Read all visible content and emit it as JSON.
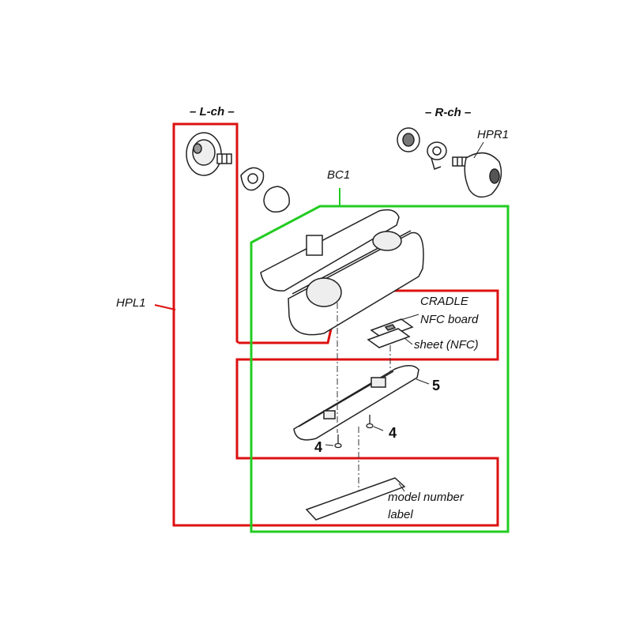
{
  "diagram": {
    "headers": {
      "left_channel": "– L-ch –",
      "right_channel": "– R-ch –"
    },
    "labels": {
      "hpr1": "HPR1",
      "bc1": "BC1",
      "hpl1": "HPL1",
      "cradle": "CRADLE",
      "nfc_board": "NFC board",
      "sheet_nfc": "sheet (NFC)",
      "part5": "5",
      "screw4_right": "4",
      "screw4_left": "4",
      "model_label_line1": "model number",
      "model_label_line2": "label"
    },
    "colors": {
      "hpl1_group": "#dd1111",
      "bc1_group": "#22cc22",
      "line_art": "#222222"
    }
  }
}
